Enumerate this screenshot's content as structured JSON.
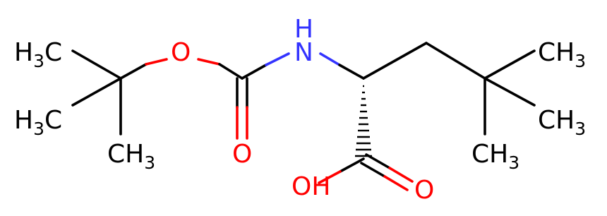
{
  "colors": {
    "carbon": "#000000",
    "oxygen": "#ff0000",
    "nitrogen": "#3333ff",
    "background": "#ffffff"
  },
  "atoms": {
    "ch3_1": {
      "main": "H",
      "sub": "3",
      "tail": "C"
    },
    "ch3_2": {
      "main": "H",
      "sub": "3",
      "tail": "C"
    },
    "ch3_3": {
      "main": "CH",
      "sub": "3"
    },
    "ester_o": "O",
    "nh": "H",
    "n": "N",
    "carbonyl_o": "O",
    "ch3_4": {
      "main": "CH",
      "sub": "3"
    },
    "ch3_5": {
      "main": "CH",
      "sub": "3"
    },
    "ch3_6": {
      "main": "CH",
      "sub": "3"
    },
    "oh": "OH",
    "acid_o": "O"
  }
}
